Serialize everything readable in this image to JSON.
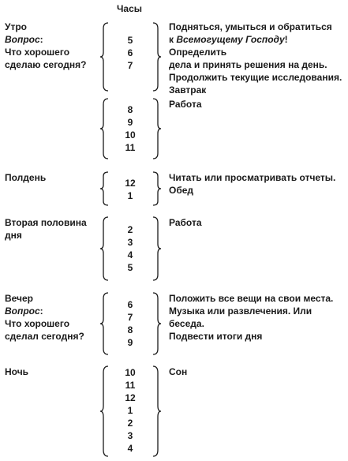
{
  "header": {
    "hours_title": "Часы"
  },
  "schedule": [
    {
      "period": "Утро",
      "question_label": "Вопрос",
      "question_colon": ":",
      "question_text": "Что хорошего сделаю сегодня?",
      "hours": [
        "5",
        "6",
        "7"
      ],
      "activity": {
        "line1": "Подняться, умыться и обратиться",
        "line2_prefix": "к ",
        "line2_italic": "Всемогущему Господу",
        "line2_suffix": "! Определить",
        "line3": "дела и принять решения на день.",
        "line4": "Продолжить текущие исследования.",
        "line5": "Завтрак"
      }
    },
    {
      "period": "",
      "hours": [
        "8",
        "9",
        "10",
        "11"
      ],
      "activity": {
        "line1": "Работа"
      }
    },
    {
      "period": "Полдень",
      "hours": [
        "12",
        "1"
      ],
      "activity": {
        "line1": "Читать или просматривать отчеты.",
        "line2": "Обед"
      }
    },
    {
      "period": "Вторая половина дня",
      "hours": [
        "2",
        "3",
        "4",
        "5"
      ],
      "activity": {
        "line1": "Работа"
      }
    },
    {
      "period": "Вечер",
      "question_label": "Вопрос",
      "question_colon": ":",
      "question_text": "Что хорошего сделал сегодня?",
      "hours": [
        "6",
        "7",
        "8",
        "9"
      ],
      "activity": {
        "line1": "Положить все вещи на свои места.",
        "line2": "Музыка или развлечения. Или беседа.",
        "line3": "Подвести итоги дня"
      }
    },
    {
      "period": "Ночь",
      "hours": [
        "10",
        "11",
        "12",
        "1",
        "2",
        "3",
        "4"
      ],
      "activity": {
        "line1": "Сон"
      }
    }
  ]
}
